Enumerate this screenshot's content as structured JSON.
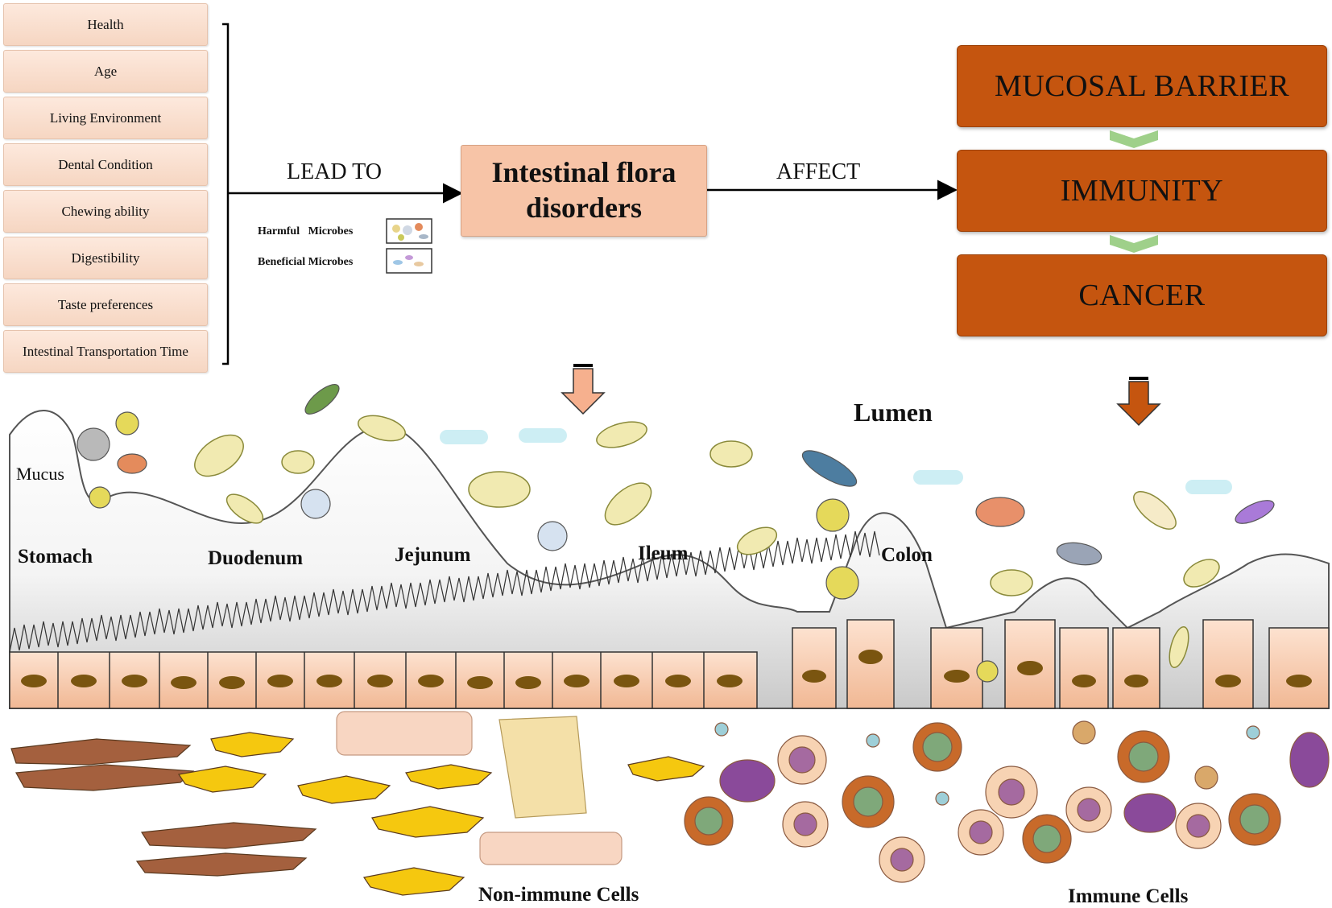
{
  "factors": [
    "Health",
    "Age",
    "Living Environment",
    "Dental Condition",
    "Chewing ability",
    "Digestibility",
    "Taste preferences",
    "Intestinal Transportation Time"
  ],
  "arrows": {
    "lead_to": "LEAD TO",
    "affect": "AFFECT"
  },
  "legend": {
    "harmful": "Harmful   Microbes",
    "beneficial": "Beneficial Microbes"
  },
  "center_box": "Intestinal flora\ndisorders",
  "effects": [
    "MUCOSAL BARRIER",
    "IMMUNITY",
    "CANCER"
  ],
  "gut": {
    "lumen": "Lumen",
    "mucus": "Mucus",
    "segments": [
      "Stomach",
      "Duodenum",
      "Jejunum",
      "Ileum",
      "Colon"
    ],
    "non_immune_cells": "Non-immune Cells",
    "immune_cells": "Immune Cells"
  },
  "colors": {
    "factor_fill": "#f8dcca",
    "flora_fill": "#f7c4a7",
    "effect_fill": "#c5550f",
    "chevron": "#9fd08a",
    "epithelium": "#f5c6a8",
    "nucleus": "#7a5510"
  }
}
